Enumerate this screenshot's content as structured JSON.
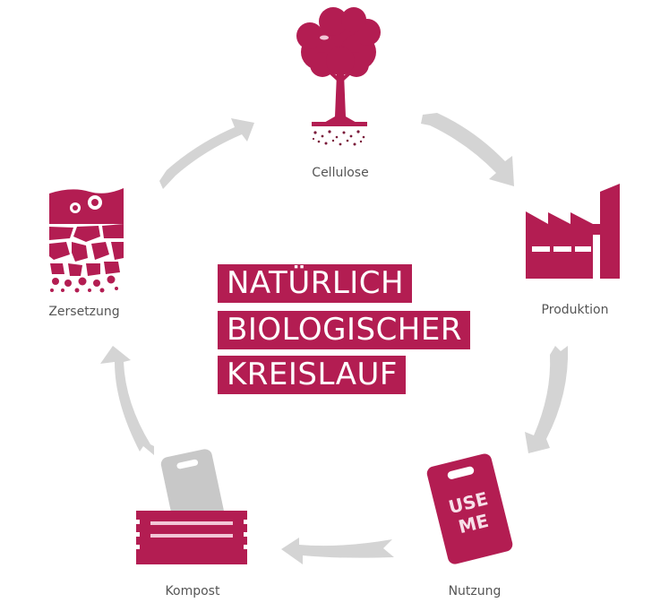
{
  "title": {
    "lines": [
      "NATÜRLICH",
      "BIOLOGISCHER",
      "KREISLAUF"
    ]
  },
  "stages": [
    {
      "id": "cellulose",
      "label": "Cellulose",
      "icon": "tree-icon"
    },
    {
      "id": "produktion",
      "label": "Produktion",
      "icon": "factory-icon"
    },
    {
      "id": "nutzung",
      "label": "Nutzung",
      "icon": "cutting-board-icon",
      "icon_text": [
        "USE",
        "ME"
      ]
    },
    {
      "id": "kompost",
      "label": "Kompost",
      "icon": "compost-crate-icon"
    },
    {
      "id": "zersetzung",
      "label": "Zersetzung",
      "icon": "decomposition-soil-icon"
    }
  ],
  "colors": {
    "accent": "#b31d52",
    "arrow": "#d4d4d4",
    "label_text": "#555555",
    "ghost_board": "#c8c8c8"
  }
}
